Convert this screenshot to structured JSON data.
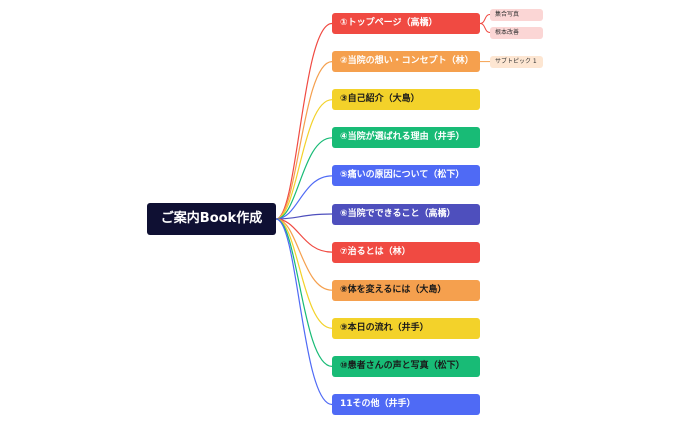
{
  "root": {
    "label": "ご案内Book作成"
  },
  "branches": [
    {
      "id": "b1",
      "label": "①トップページ（高橋）",
      "color": "#f04a42",
      "text": "light",
      "children": [
        {
          "label": "集合写真",
          "color": "#fbd6d5"
        },
        {
          "label": "根本改善",
          "color": "#fbd6d5"
        }
      ]
    },
    {
      "id": "b2",
      "label": "②当院の想い・コンセプト（林）",
      "color": "#f5a04e",
      "text": "light",
      "children": [
        {
          "label": "サブトピック 1",
          "color": "#fde6d2"
        }
      ]
    },
    {
      "id": "b3",
      "label": "③自己紹介（大島）",
      "color": "#f3d22a",
      "text": "dark",
      "children": []
    },
    {
      "id": "b4",
      "label": "④当院が選ばれる理由（井手）",
      "color": "#18bb76",
      "text": "light",
      "children": []
    },
    {
      "id": "b5",
      "label": "⑤痛いの原因について（松下）",
      "color": "#4f6af5",
      "text": "light",
      "children": []
    },
    {
      "id": "b6",
      "label": "⑥当院でできること（高橋）",
      "color": "#4e4fbd",
      "text": "light",
      "children": []
    },
    {
      "id": "b7",
      "label": "⑦治るとは（林）",
      "color": "#f04a42",
      "text": "light",
      "children": []
    },
    {
      "id": "b8",
      "label": "⑧体を変えるには（大島）",
      "color": "#f5a04e",
      "text": "dark",
      "children": []
    },
    {
      "id": "b9",
      "label": "⑨本日の流れ（井手）",
      "color": "#f3d22a",
      "text": "dark",
      "children": []
    },
    {
      "id": "b10",
      "label": "⑩患者さんの声と写真（松下）",
      "color": "#18bb76",
      "text": "dark",
      "children": []
    },
    {
      "id": "b11",
      "label": "11その他（井手）",
      "color": "#4f6af5",
      "text": "light",
      "children": []
    }
  ]
}
